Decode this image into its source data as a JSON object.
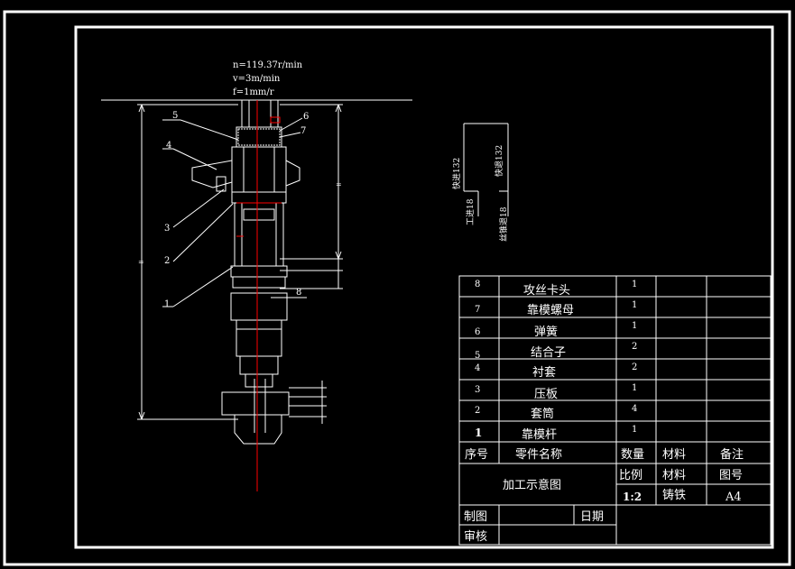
{
  "params": {
    "speed": "n=119.37r/min",
    "velocity": "v=3m/min",
    "feed": "f=1mm/r"
  },
  "balloons": [
    "5",
    "4",
    "3",
    "2",
    "1",
    "6",
    "7",
    "8"
  ],
  "dims": {
    "v1": "=",
    "v2": "="
  },
  "cycle": {
    "fast_in": "快进132",
    "fast_out": "快退132",
    "work_feed": "工进18",
    "tap_back": "丝锥退18"
  },
  "bom": {
    "rows": [
      {
        "no": "8",
        "name": "攻丝卡头",
        "qty": "1",
        "material": "",
        "note": ""
      },
      {
        "no": "7",
        "name": "靠模螺母",
        "qty": "1",
        "material": "",
        "note": ""
      },
      {
        "no": "6",
        "name": "弹簧",
        "qty": "1",
        "material": "",
        "note": ""
      },
      {
        "no": "5",
        "name": "结合子",
        "qty": "2",
        "material": "",
        "note": ""
      },
      {
        "no": "4",
        "name": "衬套",
        "qty": "2",
        "material": "",
        "note": ""
      },
      {
        "no": "3",
        "name": "压板",
        "qty": "1",
        "material": "",
        "note": ""
      },
      {
        "no": "2",
        "name": "套筒",
        "qty": "4",
        "material": "",
        "note": ""
      },
      {
        "no": "1",
        "name": "靠模杆",
        "qty": "1",
        "material": "",
        "note": ""
      }
    ],
    "header": {
      "no": "序号",
      "name": "零件名称",
      "qty": "数量",
      "material": "材料",
      "note": "备注"
    }
  },
  "title_block": {
    "drawing_title": "加工示意图",
    "scale_label": "比例",
    "scale_value": "1:2",
    "material_label": "材料",
    "material_value": "铸铁",
    "drawing_no_label": "图号",
    "drawing_no_value": "A4",
    "drawn_label": "制图",
    "checked_label": "审核",
    "date_label": "日期"
  },
  "colors": {
    "background": "#000000",
    "line": "#ffffff",
    "centerline": "#ff0000"
  }
}
